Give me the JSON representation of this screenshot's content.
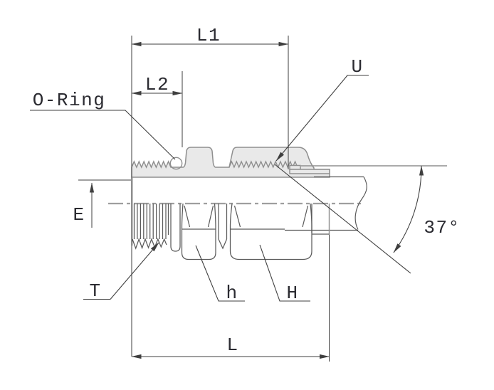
{
  "figure": {
    "type": "engineering-drawing",
    "subject": "tube fitting male connector cross-section with O-ring and 37-degree flare",
    "labels": {
      "l1": "L1",
      "l2": "L2",
      "oring": "O-Ring",
      "u": "U",
      "e": "E",
      "t": "T",
      "hex_small": "h",
      "hex_large": "H",
      "l": "L",
      "flare_angle": "37°"
    },
    "colors": {
      "dimension": "#3f3f3f",
      "text": "#2b2b31",
      "outline": "#5a5a5a",
      "body_stroke": "#8f8f8f",
      "body_fill": "#e9e9e9",
      "centerline": "#9e9e9e",
      "background": "#ffffff"
    }
  }
}
